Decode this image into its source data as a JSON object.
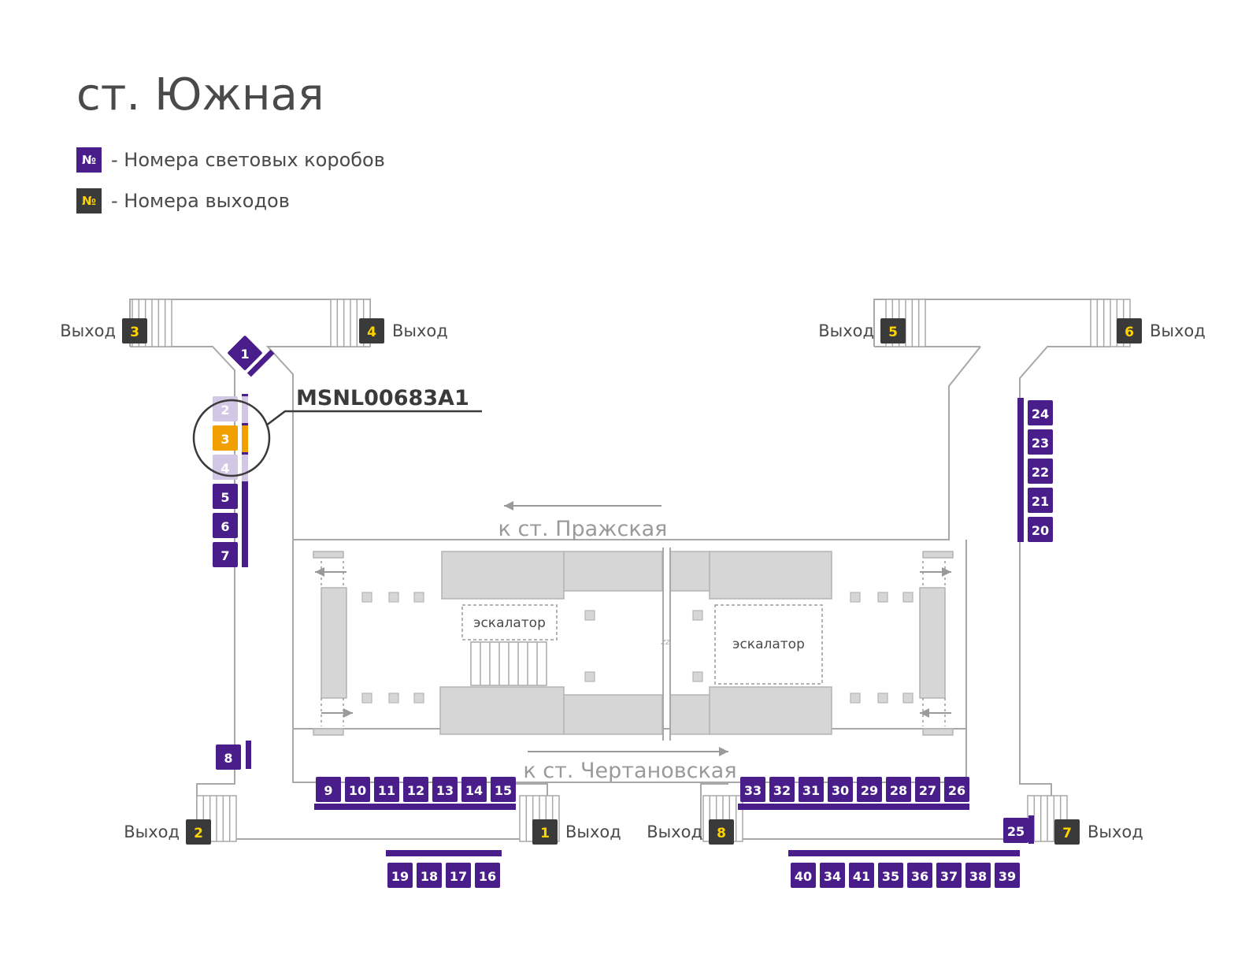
{
  "title": "ст. Южная",
  "colors": {
    "box": "#4a1e8a",
    "exit": "#3a3a3a",
    "exit_text": "#ffd400",
    "highlight": "#f0a000",
    "faded": "#d2c8e6",
    "wall": "#a8a8a8",
    "block": "#d6d6d6"
  },
  "legend": [
    {
      "symbol": "№",
      "text": "- Номера световых коробов",
      "kind": "box"
    },
    {
      "symbol": "№",
      "text": "- Номера выходов",
      "kind": "exit"
    }
  ],
  "highlight_code": "MSNL00683A1",
  "highlighted_box": "3",
  "direction_labels": {
    "top": "к ст. Пражская",
    "bottom": "к ст. Чертановская"
  },
  "escalator_label": "эскалатор",
  "zz_label": "zz",
  "exit_word": "Выход",
  "exits": [
    "1",
    "2",
    "3",
    "4",
    "5",
    "6",
    "7",
    "8"
  ],
  "boxes": [
    "1",
    "2",
    "3",
    "4",
    "5",
    "6",
    "7",
    "8",
    "9",
    "10",
    "11",
    "12",
    "13",
    "14",
    "15",
    "16",
    "17",
    "18",
    "19",
    "20",
    "21",
    "22",
    "23",
    "24",
    "25",
    "26",
    "27",
    "28",
    "29",
    "30",
    "31",
    "32",
    "33",
    "34",
    "35",
    "36",
    "37",
    "38",
    "39",
    "40",
    "41"
  ]
}
